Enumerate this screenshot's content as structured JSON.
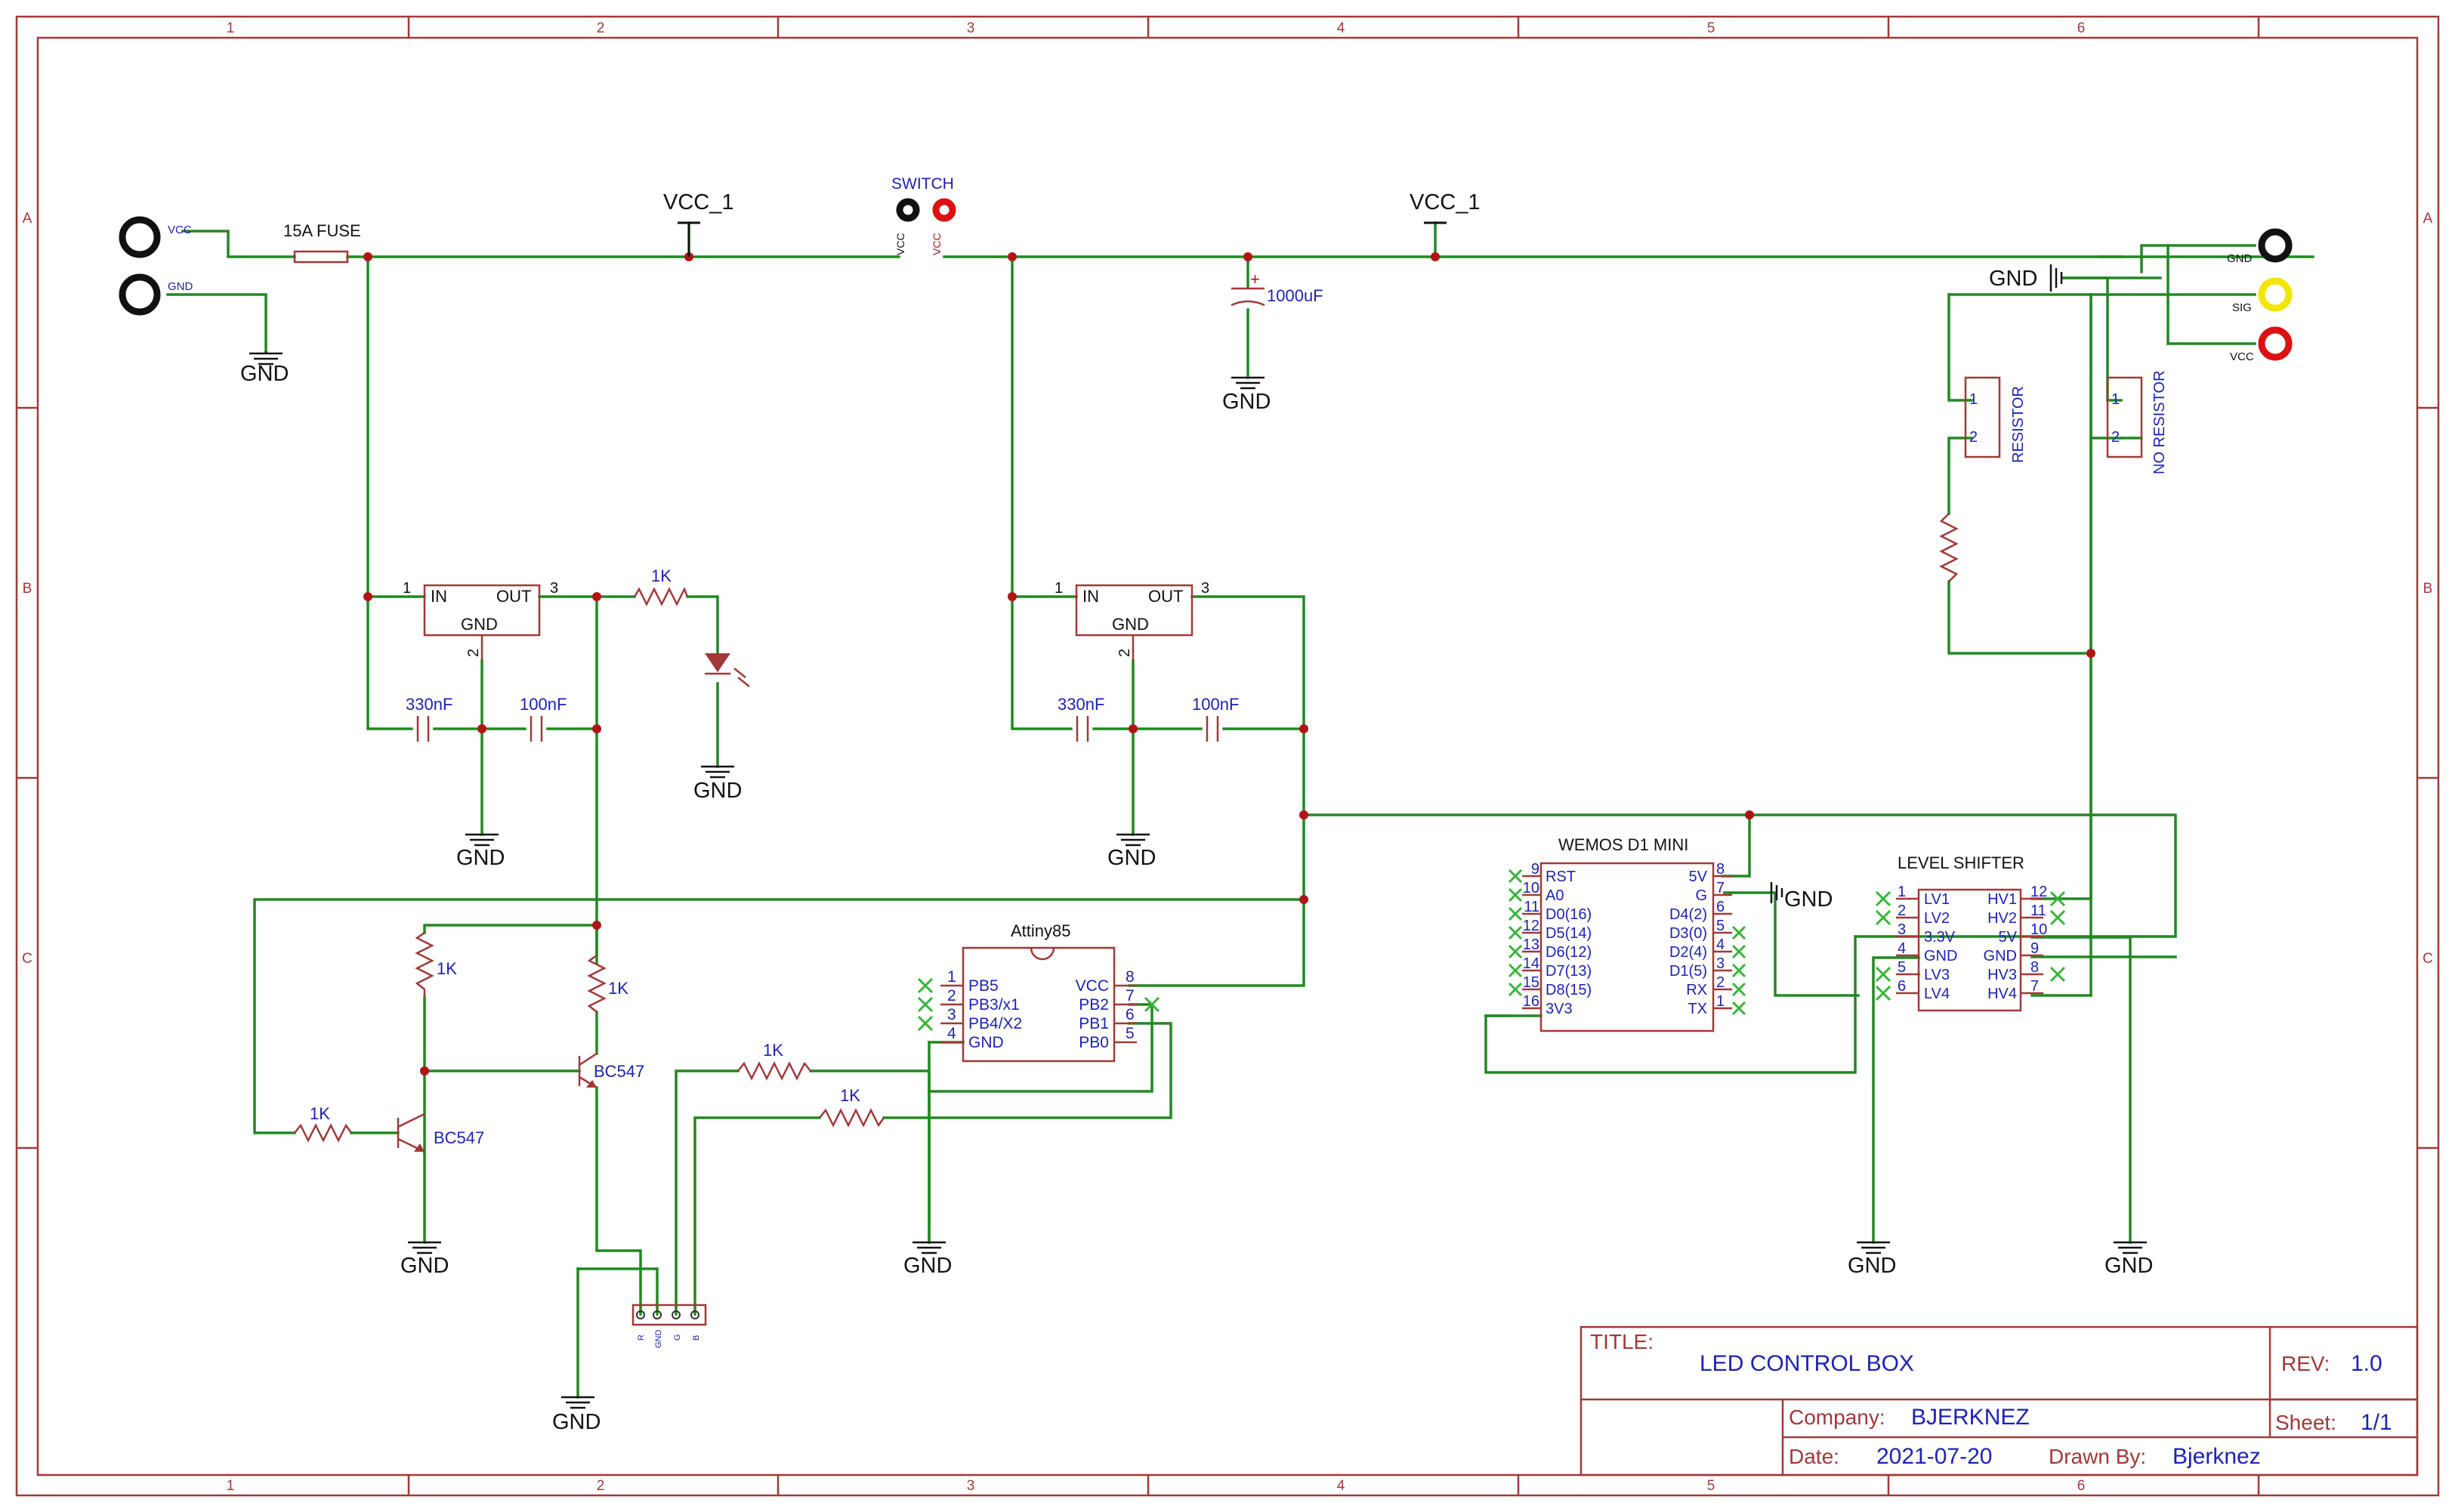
{
  "frame": {
    "cols": [
      "1",
      "2",
      "3",
      "4",
      "5",
      "6"
    ],
    "rows": [
      "A",
      "B",
      "C"
    ]
  },
  "title_block": {
    "title_label": "TITLE:",
    "title": "LED CONTROL BOX",
    "rev_label": "REV:",
    "rev": "1.0",
    "company_label": "Company:",
    "company": "BJERKNEZ",
    "sheet_label": "Sheet:",
    "sheet": "1/1",
    "date_label": "Date:",
    "date": "2021-07-20",
    "drawn_label": "Drawn By:",
    "drawn": "Bjerknez"
  },
  "labels": {
    "vcc": "VCC",
    "gnd": "GND",
    "fuse": "15A FUSE",
    "vcc1": "VCC_1",
    "switch": "SWITCH",
    "cap_bulk": "1000uF",
    "cap_plus": "+",
    "r1k": "1K",
    "cap330": "330nF",
    "cap100": "100nF",
    "reg_in": "IN",
    "reg_out": "OUT",
    "reg_gnd": "GND",
    "pin1": "1",
    "pin2": "2",
    "pin3": "3",
    "bc547": "BC547",
    "sig": "SIG",
    "resistor": "RESISTOR",
    "no_resistor": "NO RESISTOR",
    "conn_r": "R",
    "conn_g": "G",
    "conn_b": "B"
  },
  "attiny": {
    "name": "Attiny85",
    "left": [
      {
        "num": "1",
        "name": "PB5"
      },
      {
        "num": "2",
        "name": "PB3/x1"
      },
      {
        "num": "3",
        "name": "PB4/X2"
      },
      {
        "num": "4",
        "name": "GND"
      }
    ],
    "right": [
      {
        "num": "8",
        "name": "VCC"
      },
      {
        "num": "7",
        "name": "PB2"
      },
      {
        "num": "6",
        "name": "PB1"
      },
      {
        "num": "5",
        "name": "PB0"
      }
    ]
  },
  "wemos": {
    "name": "WEMOS D1 MINI",
    "left": [
      {
        "num": "9",
        "name": "RST"
      },
      {
        "num": "10",
        "name": "A0"
      },
      {
        "num": "11",
        "name": "D0(16)"
      },
      {
        "num": "12",
        "name": "D5(14)"
      },
      {
        "num": "13",
        "name": "D6(12)"
      },
      {
        "num": "14",
        "name": "D7(13)"
      },
      {
        "num": "15",
        "name": "D8(15)"
      },
      {
        "num": "16",
        "name": "3V3"
      }
    ],
    "right": [
      {
        "num": "8",
        "name": "5V"
      },
      {
        "num": "7",
        "name": "G"
      },
      {
        "num": "6",
        "name": "D4(2)"
      },
      {
        "num": "5",
        "name": "D3(0)"
      },
      {
        "num": "4",
        "name": "D2(4)"
      },
      {
        "num": "3",
        "name": "D1(5)"
      },
      {
        "num": "2",
        "name": "RX"
      },
      {
        "num": "1",
        "name": "TX"
      }
    ]
  },
  "level_shifter": {
    "name": "LEVEL SHIFTER",
    "left": [
      {
        "num": "1",
        "name": "LV1"
      },
      {
        "num": "2",
        "name": "LV2"
      },
      {
        "num": "3",
        "name": "3.3V"
      },
      {
        "num": "4",
        "name": "GND"
      },
      {
        "num": "5",
        "name": "LV3"
      },
      {
        "num": "6",
        "name": "LV4"
      }
    ],
    "right": [
      {
        "num": "12",
        "name": "HV1"
      },
      {
        "num": "11",
        "name": "HV2"
      },
      {
        "num": "10",
        "name": "5V"
      },
      {
        "num": "9",
        "name": "GND"
      },
      {
        "num": "8",
        "name": "HV3"
      },
      {
        "num": "7",
        "name": "HV4"
      }
    ]
  },
  "colors": {
    "wire": "#228822",
    "component": "#a33838",
    "label": "#1d22b7",
    "frame": "#a33838",
    "junction": "#b01515",
    "no_connect": "#36b536",
    "terminal_black": "#111111",
    "terminal_red": "#dd1111",
    "terminal_yellow": "#f2e600"
  }
}
